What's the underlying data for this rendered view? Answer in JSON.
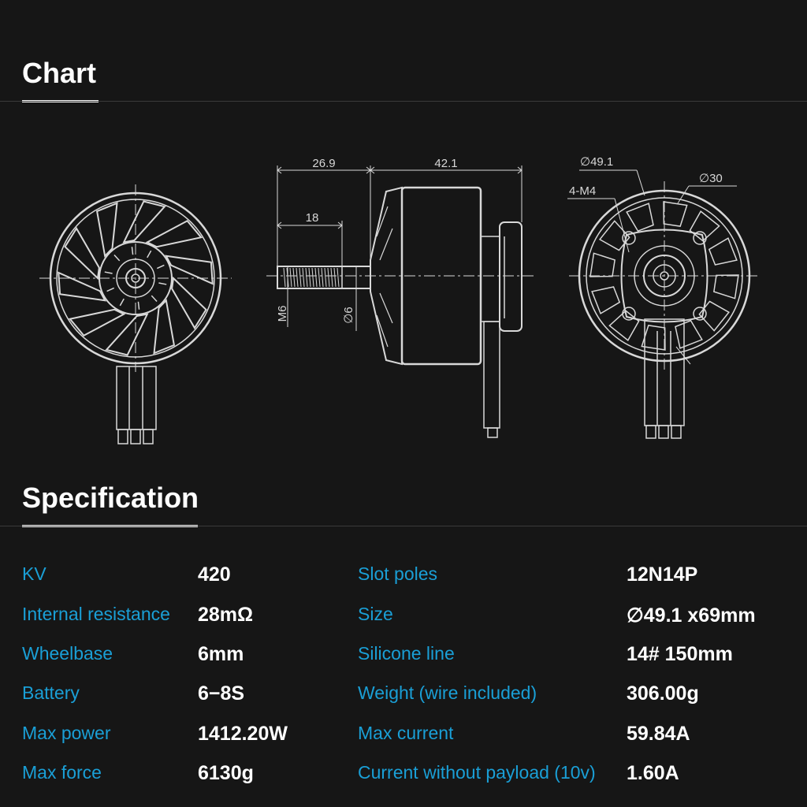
{
  "chart_section": {
    "title": "Chart"
  },
  "spec_section": {
    "title": "Specification"
  },
  "drawing": {
    "dim_269": "26.9",
    "dim_421": "42.1",
    "dim_18": "18",
    "dim_m6": "M6",
    "dim_phi6": "∅6",
    "dim_phi491": "∅49.1",
    "dim_phi30": "∅30",
    "dim_4m4": "4-M4"
  },
  "specs": {
    "left": [
      {
        "label": "KV",
        "value": "420"
      },
      {
        "label": "Internal resistance",
        "value": "28mΩ"
      },
      {
        "label": "Wheelbase",
        "value": "6mm"
      },
      {
        "label": "Battery",
        "value": "6−8S"
      },
      {
        "label": "Max power",
        "value": "1412.20W"
      },
      {
        "label": "Max force",
        "value": "6130g"
      }
    ],
    "right": [
      {
        "label": "Slot poles",
        "value": "12N14P"
      },
      {
        "label": "Size",
        "value": "∅49.1 x69mm"
      },
      {
        "label": "Silicone line",
        "value": "14# 150mm"
      },
      {
        "label": "Weight (wire included)",
        "value": "306.00g"
      },
      {
        "label": "Max current",
        "value": "59.84A"
      },
      {
        "label": "Current without payload (10v)",
        "value": "1.60A"
      }
    ]
  },
  "colors": {
    "background": "#161616",
    "label": "#1a9fd6",
    "value": "#ffffff",
    "line": "#d8d8d8"
  }
}
